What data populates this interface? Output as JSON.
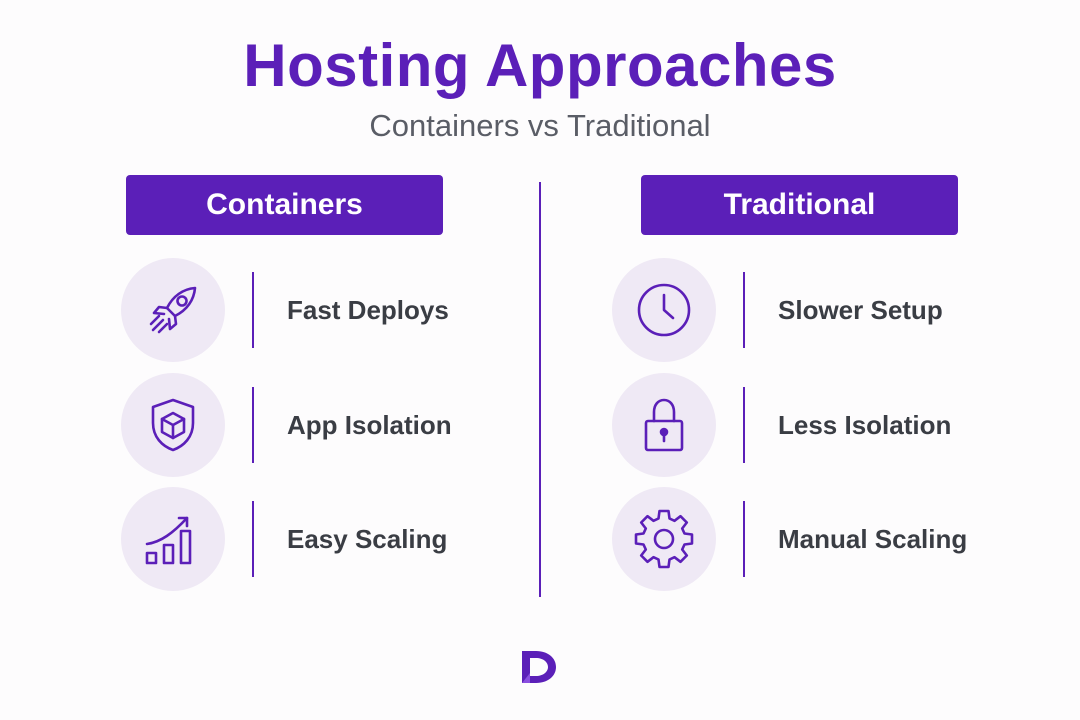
{
  "header": {
    "title": "Hosting Approaches",
    "subtitle": "Containers vs Traditional"
  },
  "colors": {
    "accent": "#5b1fb8",
    "icon_bg": "#efe9f5",
    "text": "#3a3d44",
    "subtitle": "#5a5d66"
  },
  "columns": [
    {
      "heading": "Containers",
      "items": [
        {
          "label": "Fast Deploys",
          "icon": "rocket-icon"
        },
        {
          "label": "App Isolation",
          "icon": "shield-cube-icon"
        },
        {
          "label": "Easy Scaling",
          "icon": "growth-chart-icon"
        }
      ]
    },
    {
      "heading": "Traditional",
      "items": [
        {
          "label": "Slower Setup",
          "icon": "clock-icon"
        },
        {
          "label": "Less Isolation",
          "icon": "padlock-icon"
        },
        {
          "label": "Manual Scaling",
          "icon": "gear-icon"
        }
      ]
    }
  ]
}
